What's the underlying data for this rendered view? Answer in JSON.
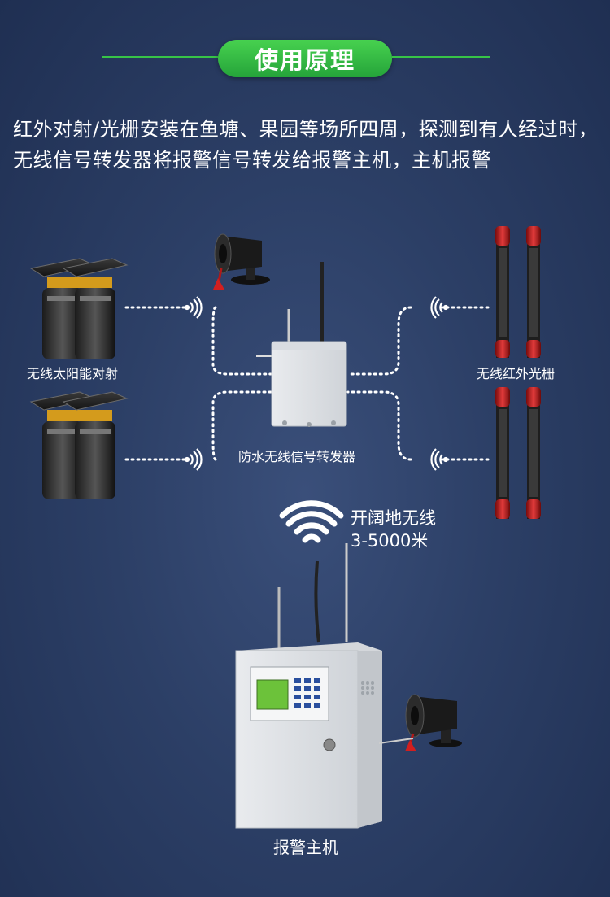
{
  "header": {
    "title": "使用原理"
  },
  "intro": {
    "text": "红外对射/光栅安装在鱼塘、果园等场所四周，探测到有人经过时，无线信号转发器将报警信号转发给报警主机，主机报警"
  },
  "labels": {
    "solar_beam": "无线太阳能对射",
    "ir_grating": "无线红外光栅",
    "repeater": "防水无线信号转发器",
    "range_line1": "开阔地无线",
    "range_line2": "3-5000米",
    "host": "报警主机"
  },
  "colors": {
    "accent": "#37c447",
    "background": "#2c3f66"
  }
}
